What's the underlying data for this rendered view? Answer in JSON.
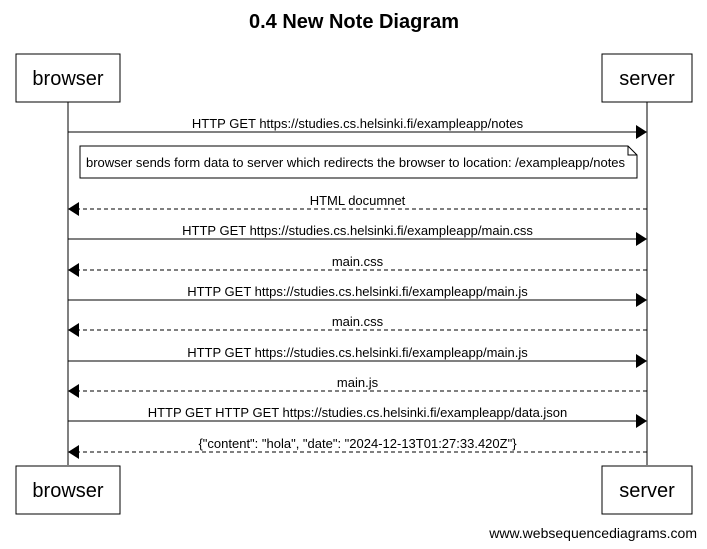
{
  "title": "0.4 New Note Diagram",
  "actors": {
    "browser": "browser",
    "server": "server"
  },
  "sequence": [
    {
      "kind": "message",
      "from": "browser",
      "to": "server",
      "style": "solid",
      "label": "HTTP GET https://studies.cs.helsinki.fi/exampleapp/notes"
    },
    {
      "kind": "note",
      "text": "browser sends form data to server which redirects the browser to location: /exampleapp/notes"
    },
    {
      "kind": "message",
      "from": "server",
      "to": "browser",
      "style": "dashed",
      "label": "HTML documnet"
    },
    {
      "kind": "message",
      "from": "browser",
      "to": "server",
      "style": "solid",
      "label": "HTTP GET https://studies.cs.helsinki.fi/exampleapp/main.css"
    },
    {
      "kind": "message",
      "from": "server",
      "to": "browser",
      "style": "dashed",
      "label": "main.css"
    },
    {
      "kind": "message",
      "from": "browser",
      "to": "server",
      "style": "solid",
      "label": "HTTP GET https://studies.cs.helsinki.fi/exampleapp/main.js"
    },
    {
      "kind": "message",
      "from": "server",
      "to": "browser",
      "style": "dashed",
      "label": "main.css"
    },
    {
      "kind": "message",
      "from": "browser",
      "to": "server",
      "style": "solid",
      "label": "HTTP GET https://studies.cs.helsinki.fi/exampleapp/main.js"
    },
    {
      "kind": "message",
      "from": "server",
      "to": "browser",
      "style": "dashed",
      "label": "main.js"
    },
    {
      "kind": "message",
      "from": "browser",
      "to": "server",
      "style": "solid",
      "label": "HTTP GET HTTP GET https://studies.cs.helsinki.fi/exampleapp/data.json"
    },
    {
      "kind": "message",
      "from": "server",
      "to": "browser",
      "style": "dashed",
      "label": "{\"content\": \"hola\", \"date\": \"2024-12-13T01:27:33.420Z\"}"
    }
  ],
  "watermark": "www.websequencediagrams.com"
}
